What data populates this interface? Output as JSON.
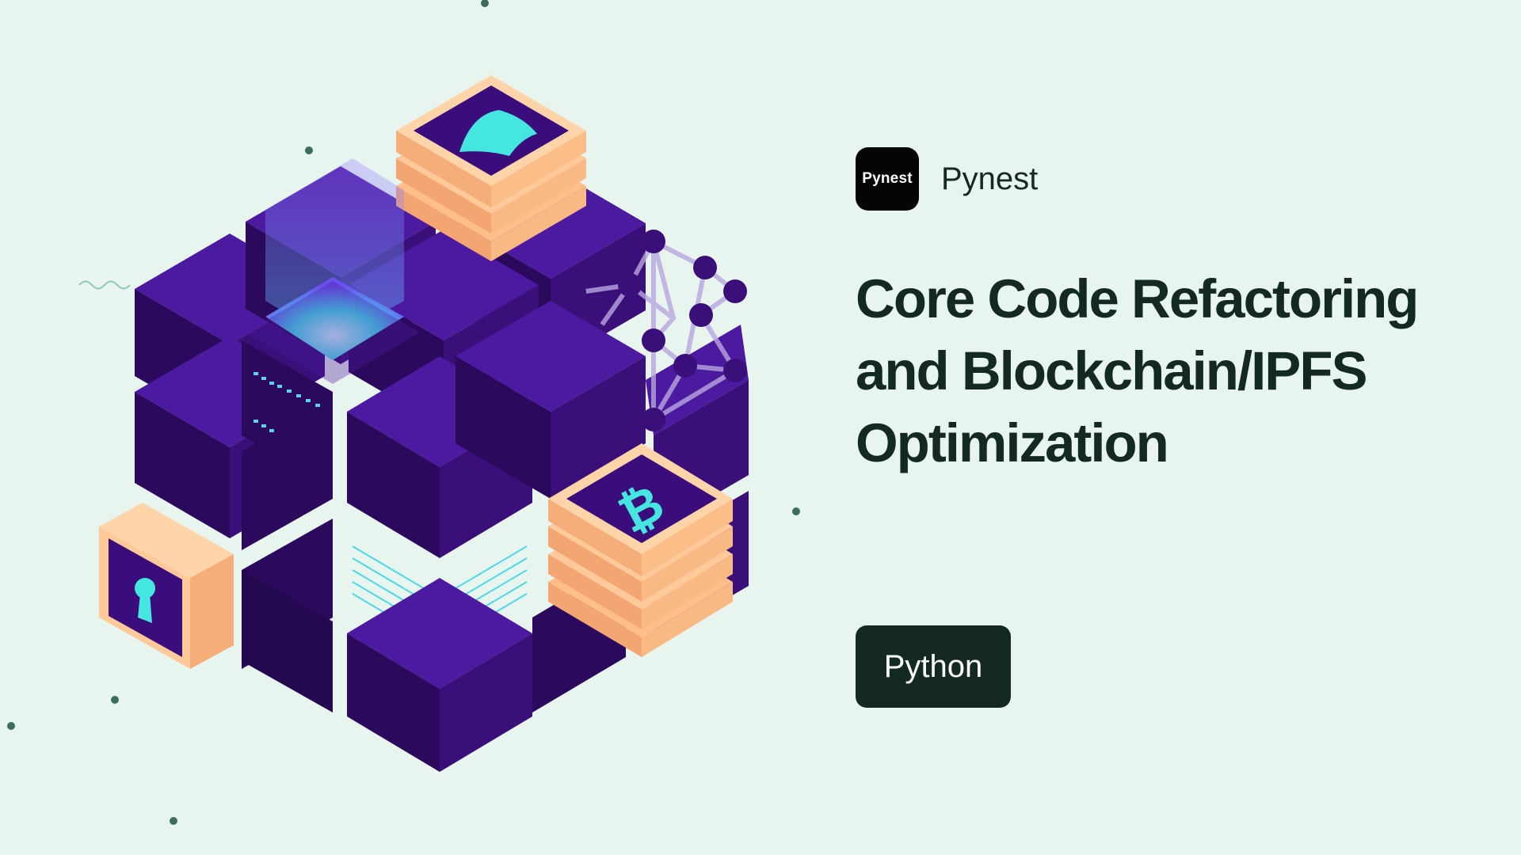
{
  "brand": {
    "logo_text": "Pynest",
    "name": "Pynest"
  },
  "headline": {
    "text": "Core Code Refactoring and Blockchain/IPFS Optimization"
  },
  "tag": {
    "label": "Python"
  },
  "illustration": {
    "icons": [
      "shield-icon",
      "keyhole-icon",
      "bitcoin-icon",
      "network-graph-icon",
      "server-rack-icon"
    ]
  },
  "colors": {
    "background": "#e8f5ef",
    "text_dark": "#132922",
    "cube_purple": "#42128c",
    "peach": "#ffc99a",
    "cyan_glow": "#39e5e5",
    "dot_green": "#3b6d5c"
  }
}
